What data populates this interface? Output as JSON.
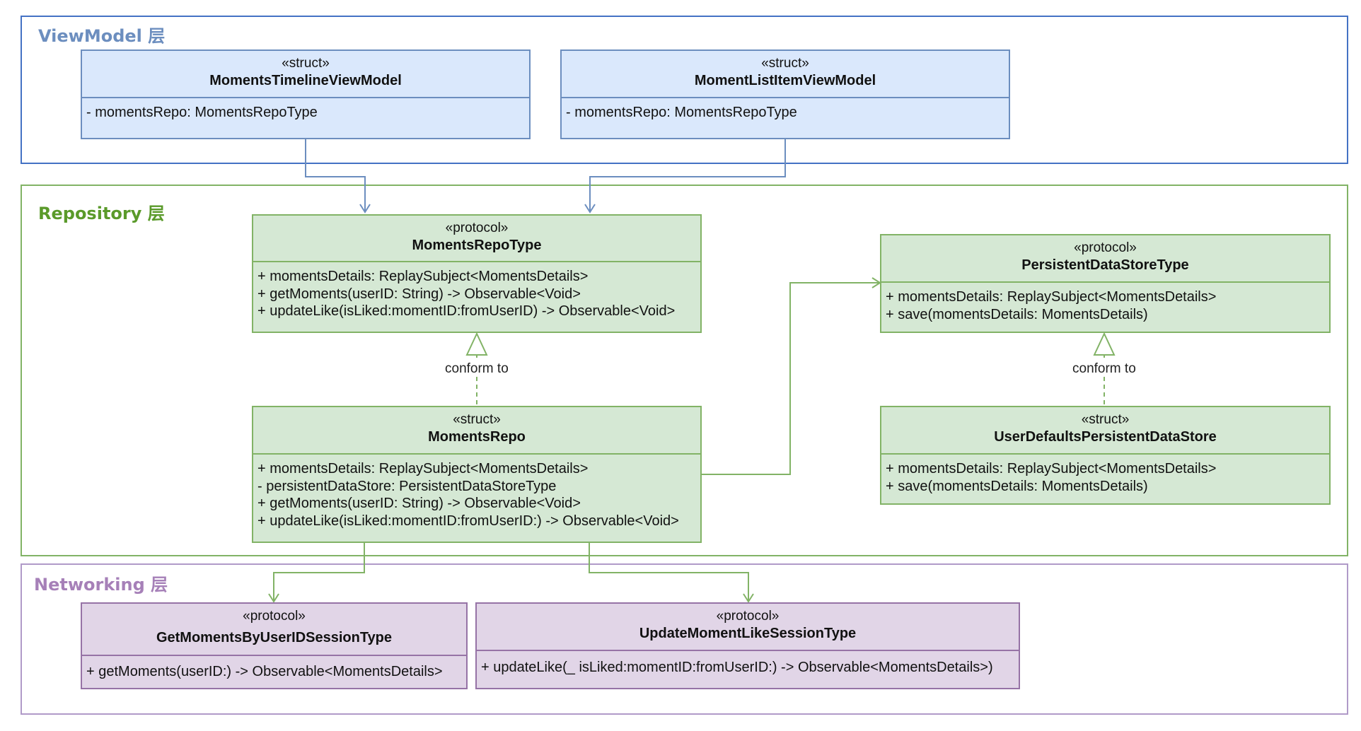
{
  "colors": {
    "viewmodel_border": "#4472C4",
    "viewmodel_fill": "#DAE8FC",
    "viewmodel_title": "#6C8EBF",
    "repository_border": "#82B366",
    "repository_fill": "#D5E8D4",
    "repository_title": "#5A9A2A",
    "networking_border": "#B09AC8",
    "networking_fill": "#E1D5E7",
    "networking_title": "#A680B8"
  },
  "layers": {
    "viewmodel": "ViewModel 层",
    "repository": "Repository 层",
    "networking": "Networking 层"
  },
  "classes": {
    "moments_timeline_vm": {
      "stereotype": "«struct»",
      "name": "MomentsTimelineViewModel",
      "members": [
        "- momentsRepo: MomentsRepoType"
      ]
    },
    "moment_list_item_vm": {
      "stereotype": "«struct»",
      "name": "MomentListItemViewModel",
      "members": [
        "- momentsRepo: MomentsRepoType"
      ]
    },
    "moments_repo_type": {
      "stereotype": "«protocol»",
      "name": "MomentsRepoType",
      "members": [
        "+ momentsDetails: ReplaySubject<MomentsDetails>",
        "+ getMoments(userID: String) -> Observable<Void>",
        "+ updateLike(isLiked:momentID:fromUserID) -> Observable<Void>"
      ]
    },
    "persistent_data_store_type": {
      "stereotype": "«protocol»",
      "name": "PersistentDataStoreType",
      "members": [
        "+ momentsDetails: ReplaySubject<MomentsDetails>",
        "+ save(momentsDetails: MomentsDetails)"
      ]
    },
    "moments_repo": {
      "stereotype": "«struct»",
      "name": "MomentsRepo",
      "members": [
        "+ momentsDetails: ReplaySubject<MomentsDetails>",
        "- persistentDataStore: PersistentDataStoreType",
        "+ getMoments(userID: String) -> Observable<Void>",
        "+ updateLike(isLiked:momentID:fromUserID:) -> Observable<Void>"
      ]
    },
    "user_defaults_store": {
      "stereotype": "«struct»",
      "name": "UserDefaultsPersistentDataStore",
      "members": [
        "+ momentsDetails: ReplaySubject<MomentsDetails>",
        "+ save(momentsDetails: MomentsDetails)"
      ]
    },
    "get_moments_session": {
      "stereotype": "«protocol»",
      "name": "GetMomentsByUserIDSessionType",
      "members": [
        "+ getMoments(userID:) -> Observable<MomentsDetails>"
      ]
    },
    "update_like_session": {
      "stereotype": "«protocol»",
      "name": "UpdateMomentLikeSessionType",
      "members": [
        "+ updateLike(_ isLiked:momentID:fromUserID:) -> Observable<MomentsDetails>)"
      ]
    }
  },
  "labels": {
    "conform_left": "conform to",
    "conform_right": "conform to"
  }
}
